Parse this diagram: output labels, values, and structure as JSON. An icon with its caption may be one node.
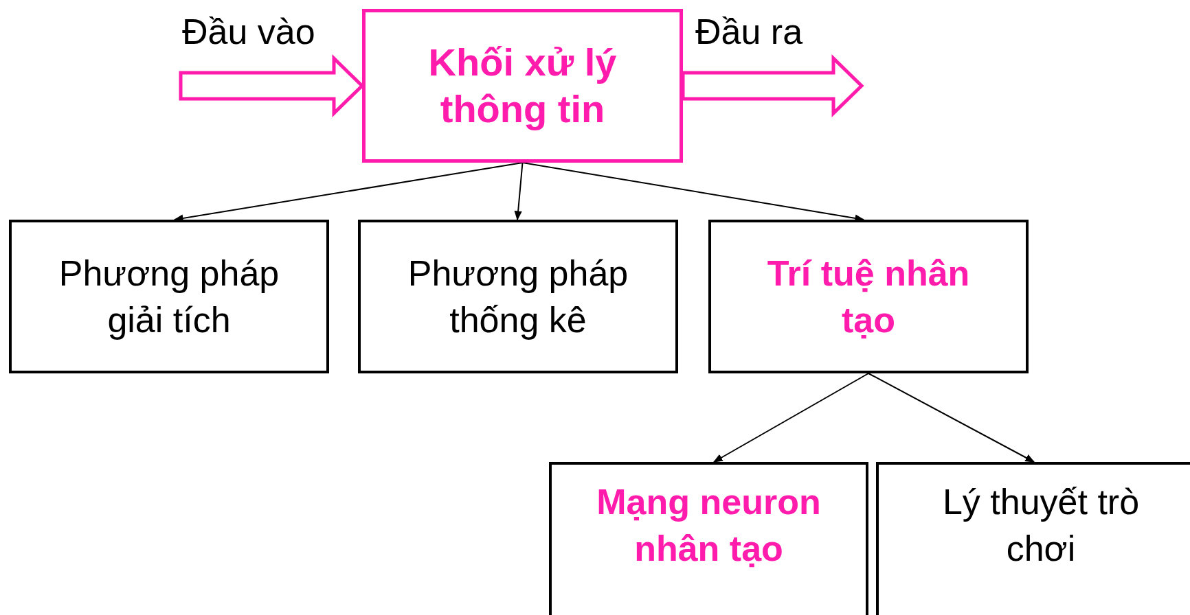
{
  "diagram": {
    "nodes": [
      {
        "text": [
          "Khối xử lý thông tin"
        ]
      },
      {
        "text": [
          "Phương pháp giải tích"
        ]
      },
      {
        "text": [
          "Phương pháp thống kê"
        ]
      },
      {
        "text": [
          "Trí tuệ nhân tạo"
        ]
      },
      {
        "text": [
          "Mạng neuron nhân tạo"
        ]
      },
      {
        "text": [
          "Lý thuyết trò chơi"
        ]
      }
    ],
    "edges": [
      {
        "from": null,
        "to": 0,
        "arrow": "to",
        "label": "Đầu vào",
        "style": "thick",
        "color": "#ff1cac"
      },
      {
        "from": 0,
        "to": null,
        "arrow": "to",
        "label": "Đầu ra",
        "style": "thick",
        "color": "#ff1cac"
      },
      {
        "from": 0,
        "to": 1,
        "arrow": "to"
      },
      {
        "from": 0,
        "to": 2,
        "arrow": "to"
      },
      {
        "from": 0,
        "to": 3,
        "arrow": "to"
      },
      {
        "from": 3,
        "to": 4,
        "arrow": "to"
      },
      {
        "from": 3,
        "to": 5,
        "arrow": "to"
      }
    ]
  }
}
